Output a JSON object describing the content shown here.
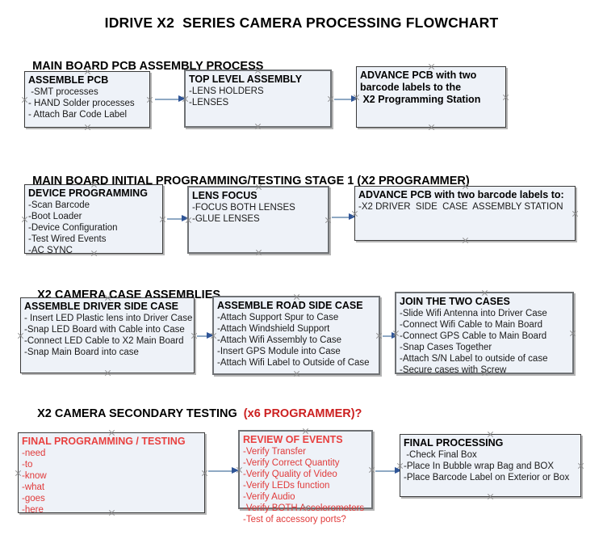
{
  "title": "IDRIVE X2  SERIES CAMERA PROCESSING FLOWCHART",
  "sections": [
    {
      "id": "main-board-pcb-assembly",
      "heading": "MAIN BOARD PCB ASSEMBLY PROCESS",
      "heading_accent": "",
      "boxes": [
        {
          "id": "assemble-pcb",
          "title": "ASSEMBLE PCB",
          "lines": [
            " -SMT processes",
            "- HAND Solder processes",
            "- Attach Bar Code Label"
          ]
        },
        {
          "id": "top-level-assembly",
          "title": "TOP LEVEL ASSEMBLY",
          "lines": [
            "-LENS HOLDERS",
            "-LENSES"
          ]
        },
        {
          "id": "advance-pcb-to-programming-station",
          "title": "ADVANCE PCB with two\nbarcode labels to the\n X2 Programming Station",
          "lines": []
        }
      ]
    },
    {
      "id": "main-board-initial-programming",
      "heading": "MAIN BOARD INITIAL PROGRAMMING/TESTING STAGE 1 (X2 PROGRAMMER)",
      "heading_accent": "",
      "boxes": [
        {
          "id": "device-programming",
          "title": "DEVICE PROGRAMMING",
          "lines": [
            "-Scan Barcode",
            "-Boot Loader",
            "-Device Configuration",
            "-Test Wired Events",
            "-AC SYNC"
          ]
        },
        {
          "id": "lens-focus",
          "title": "LENS FOCUS",
          "lines": [
            "-FOCUS BOTH LENSES",
            "-GLUE LENSES"
          ]
        },
        {
          "id": "advance-pcb-to-driver-side-case",
          "title": "ADVANCE PCB with two barcode labels to:",
          "lines": [
            "-X2 DRIVER  SIDE  CASE  ASSEMBLY STATION"
          ]
        }
      ]
    },
    {
      "id": "x2-camera-case-assemblies",
      "heading": "X2 CAMERA CASE ASSEMBLIES",
      "heading_accent": "",
      "boxes": [
        {
          "id": "assemble-driver-side-case",
          "title": "ASSEMBLE DRIVER SIDE CASE",
          "lines": [
            "- Insert LED Plastic lens into Driver Case",
            "-Snap LED Board with Cable into Case",
            "-Connect LED Cable to X2 Main Board",
            "-Snap Main Board into case"
          ]
        },
        {
          "id": "assemble-road-side-case",
          "title": "ASSEMBLE ROAD SIDE CASE",
          "lines": [
            "-Attach Support Spur to Case",
            "-Attach Windshield Support",
            "-Attach Wifi Assembly to Case",
            "-Insert GPS Module into Case",
            "-Attach Wifi Label to Outside of Case"
          ]
        },
        {
          "id": "join-the-two-cases",
          "title": "JOIN THE TWO CASES",
          "lines": [
            "-Slide Wifi Antenna into Driver Case",
            "-Connect Wifi Cable to Main Board",
            "-Connect GPS Cable to Main Board",
            "-Snap Cases Together",
            "-Attach S/N Label to outside of case",
            "-Secure cases with Screw"
          ]
        }
      ]
    },
    {
      "id": "x2-camera-secondary-testing",
      "heading": "X2 CAMERA SECONDARY TESTING  ",
      "heading_accent": "(x6 PROGRAMMER)?",
      "boxes": [
        {
          "id": "final-programming-testing",
          "title": "FINAL PROGRAMMING / TESTING",
          "lines": [
            "-need",
            "-to",
            "-know",
            "-what",
            "-goes",
            "-here"
          ]
        },
        {
          "id": "review-of-events",
          "title": "REVIEW OF EVENTS",
          "lines": [
            "-Verify Transfer",
            "-Verify Correct Quantity",
            "-Verify Quality of Video",
            "-Verify LEDs function",
            "-Verify Audio",
            "-Verify BOTH Accelerometers",
            "-Test of accessory ports?"
          ]
        },
        {
          "id": "final-processing",
          "title": "FINAL PROCESSING",
          "lines": [
            " -Check Final Box",
            "-Place In Bubble wrap Bag and BOX",
            "-Place Barcode Label on Exterior or Box"
          ]
        }
      ]
    }
  ],
  "colors": {
    "box_fill": "#eef2f8",
    "box_border": "#3a3a3a",
    "accent_red": "#e03a3a",
    "arrow_line": "#8fa9c4",
    "arrow_head": "#2f5597"
  }
}
